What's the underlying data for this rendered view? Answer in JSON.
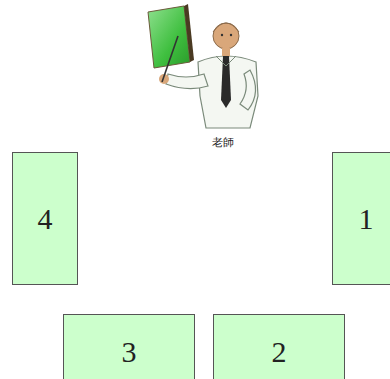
{
  "diagram": {
    "nodes": [
      {
        "text": [
          "4"
        ]
      },
      {
        "text": [
          "1"
        ]
      },
      {
        "text": [
          "3"
        ]
      },
      {
        "text": [
          "2"
        ]
      }
    ],
    "labels": [
      "老師"
    ]
  }
}
